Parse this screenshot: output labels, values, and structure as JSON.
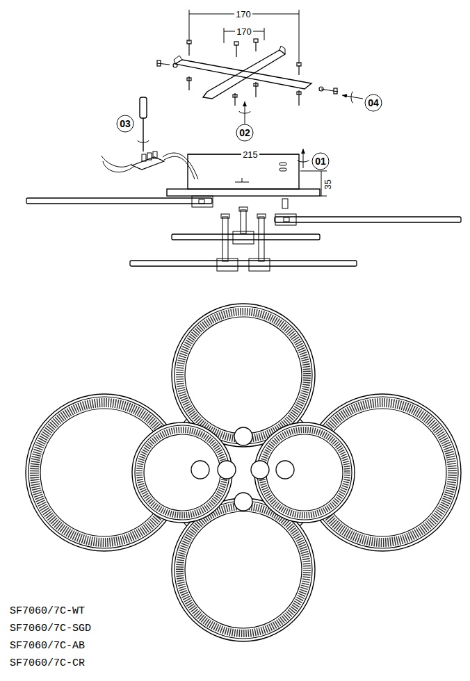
{
  "diagram": {
    "labels": [
      "170",
      "170",
      "04",
      "03",
      "02",
      "01",
      "215",
      "35",
      "SF7060/7C-WT",
      "SF7060/7C-SGD",
      "SF7060/7C-AB",
      "SF7060/7C-CR"
    ]
  }
}
